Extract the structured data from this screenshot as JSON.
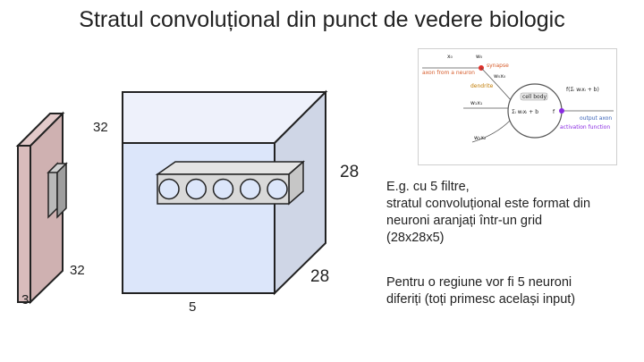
{
  "title": "Stratul convoluțional din punct de vedere biologic",
  "labels": {
    "input_height_top": "32",
    "input_width_bottom": "32",
    "input_depth": "3",
    "output_height": "28",
    "output_width": "28",
    "output_depth": "5"
  },
  "notes": {
    "filters": "E.g. cu 5 filtre,\nstratul convoluțional este format din\nneuroni aranjați într-un grid\n(28x28x5)",
    "region": "Pentru o regiune vor fi 5 neuroni\ndiferiți (toți primesc același input)"
  },
  "neuron_model": {
    "x0": "x₀",
    "w0": "w₀",
    "axon_from_neuron": "axon from a neuron",
    "synapse": "synapse",
    "w0x0": "w₀x₀",
    "dendrite": "dendrite",
    "cell_body": "cell body",
    "w1x1": "w₁x₁",
    "sum_expr": "Σᵢ wᵢxᵢ + b",
    "f": "f",
    "activation_expr": "f(Σᵢ wᵢxᵢ + b)",
    "output_axon": "output axon",
    "activation_function": "activation function",
    "w2x2": "w₂x₂"
  },
  "neuron_count": 5,
  "colors": {
    "input_volume": "#d9bcbc",
    "output_volume": "#dce6fa",
    "synapse_dot": "#e0302a",
    "activation_dot": "#8a2be2",
    "dendrite_label": "#c07a00",
    "axon_label": "#d65b2a",
    "output_label": "#3a63b8"
  }
}
